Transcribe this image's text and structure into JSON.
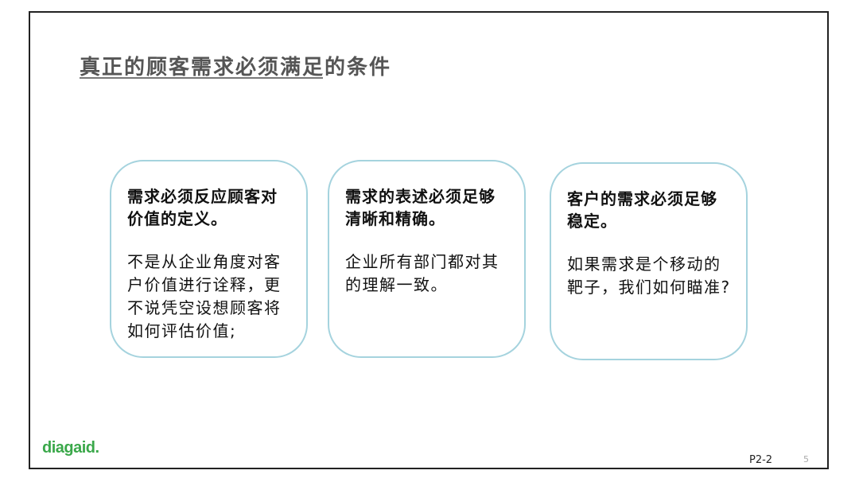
{
  "title": "真正的顾客需求必须满足的条件",
  "cards": [
    {
      "head": [
        "需求必须反应顾客对",
        "价值的定义。"
      ],
      "body": [
        "不是从企业角度对客",
        "户价值进行诠释，更",
        "不说凭空设想顾客将",
        "如何评估价值;"
      ]
    },
    {
      "head": [
        "需求的表述必须足够",
        "清晰和精确。"
      ],
      "body": [
        "企业所有部门都对其",
        "的理解一致。"
      ]
    },
    {
      "head": [
        "客户的需求必须足够",
        "稳定。"
      ],
      "body": [
        "如果需求是个移动的",
        "靶子，我们如何瞄准?"
      ]
    }
  ],
  "footer": {
    "logo": "diagaid.",
    "page_code": "P2-2",
    "page_number": "5"
  }
}
